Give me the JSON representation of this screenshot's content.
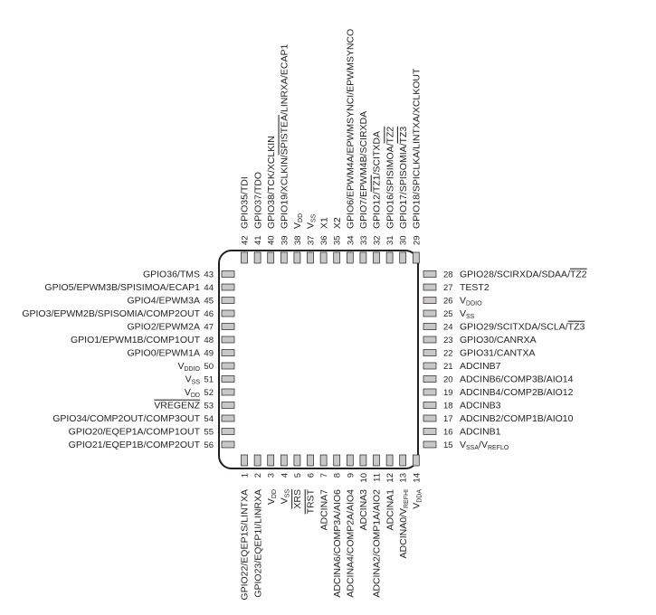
{
  "package": {
    "left_pins": [
      {
        "num": "43",
        "name": "GPIO36/TMS"
      },
      {
        "num": "44",
        "name": "GPIO5/EPWM3B/SPISIMOA/ECAP1"
      },
      {
        "num": "45",
        "name": "GPIO4/EPWM3A"
      },
      {
        "num": "46",
        "name": "GPIO3/EPWM2B/SPISOMIA/COMP2OUT"
      },
      {
        "num": "47",
        "name": "GPIO2/EPWM2A"
      },
      {
        "num": "48",
        "name": "GPIO1/EPWM1B/COMP1OUT"
      },
      {
        "num": "49",
        "name": "GPIO0/EPWM1A"
      },
      {
        "num": "50",
        "name": "VDDIO"
      },
      {
        "num": "51",
        "name": "VSS"
      },
      {
        "num": "52",
        "name": "VDD"
      },
      {
        "num": "53",
        "name": "VREGENZ"
      },
      {
        "num": "54",
        "name": "GPIO34/COMP2OUT/COMP3OUT"
      },
      {
        "num": "55",
        "name": "GPIO20/EQEP1A/COMP1OUT"
      },
      {
        "num": "56",
        "name": "GPIO21/EQEP1B/COMP2OUT"
      }
    ],
    "right_pins": [
      {
        "num": "28",
        "name": "GPIO28/SCIRXDA/SDAA/TZ2"
      },
      {
        "num": "27",
        "name": "TEST2"
      },
      {
        "num": "26",
        "name": "VDDIO"
      },
      {
        "num": "25",
        "name": "VSS"
      },
      {
        "num": "24",
        "name": "GPIO29/SCITXDA/SCLA/TZ3"
      },
      {
        "num": "23",
        "name": "GPIO30/CANRXA"
      },
      {
        "num": "22",
        "name": "GPIO31/CANTXA"
      },
      {
        "num": "21",
        "name": "ADCINB7"
      },
      {
        "num": "20",
        "name": "ADCINB6/COMP3B/AIO14"
      },
      {
        "num": "19",
        "name": "ADCINB4/COMP2B/AIO12"
      },
      {
        "num": "18",
        "name": "ADCINB3"
      },
      {
        "num": "17",
        "name": "ADCINB2/COMP1B/AIO10"
      },
      {
        "num": "16",
        "name": "ADCINB1"
      },
      {
        "num": "15",
        "name": "VSSA/VREFLO"
      }
    ],
    "top_pins": [
      {
        "num": "42",
        "name": "GPIO35/TDI"
      },
      {
        "num": "41",
        "name": "GPIO37/TDO"
      },
      {
        "num": "40",
        "name": "GPIO38/TCK/XCLKIN"
      },
      {
        "num": "39",
        "name": "GPIO19/XCLKIN/SPISTEA/LINRXA/ECAP1"
      },
      {
        "num": "38",
        "name": "VDD"
      },
      {
        "num": "37",
        "name": "VSS"
      },
      {
        "num": "36",
        "name": "X1"
      },
      {
        "num": "35",
        "name": "X2"
      },
      {
        "num": "34",
        "name": "GPIO6/EPWM4A/EPWMSYNCI/EPWMSYNCO"
      },
      {
        "num": "33",
        "name": "GPIO7/EPWM4B/SCIRXDA"
      },
      {
        "num": "32",
        "name": "GPIO12/TZ1/SCITXDA"
      },
      {
        "num": "31",
        "name": "GPIO16/SPISIMOA/TZ2"
      },
      {
        "num": "30",
        "name": "GPIO17/SPISOMIA/TZ3"
      },
      {
        "num": "29",
        "name": "GPIO18/SPICLKA/LINTXA/XCLKOUT"
      }
    ],
    "bottom_pins": [
      {
        "num": "1",
        "name": "GPIO22/EQEP1S/LINTXA"
      },
      {
        "num": "2",
        "name": "GPIO23/EQEP1I/LINRXA"
      },
      {
        "num": "3",
        "name": "VDD"
      },
      {
        "num": "4",
        "name": "VSS"
      },
      {
        "num": "5",
        "name": "XRS"
      },
      {
        "num": "6",
        "name": "TRST"
      },
      {
        "num": "7",
        "name": "ADCINA7"
      },
      {
        "num": "8",
        "name": "ADCINA6/COMP3A/AIO6"
      },
      {
        "num": "9",
        "name": "ADCINA4/COMP2A/AIO4"
      },
      {
        "num": "10",
        "name": "ADCINA3"
      },
      {
        "num": "11",
        "name": "ADCINA2/COMP1A/AIO2"
      },
      {
        "num": "12",
        "name": "ADCINA1"
      },
      {
        "num": "13",
        "name": "ADCINA0/VREFHI"
      },
      {
        "num": "14",
        "name": "VDDA"
      }
    ]
  }
}
